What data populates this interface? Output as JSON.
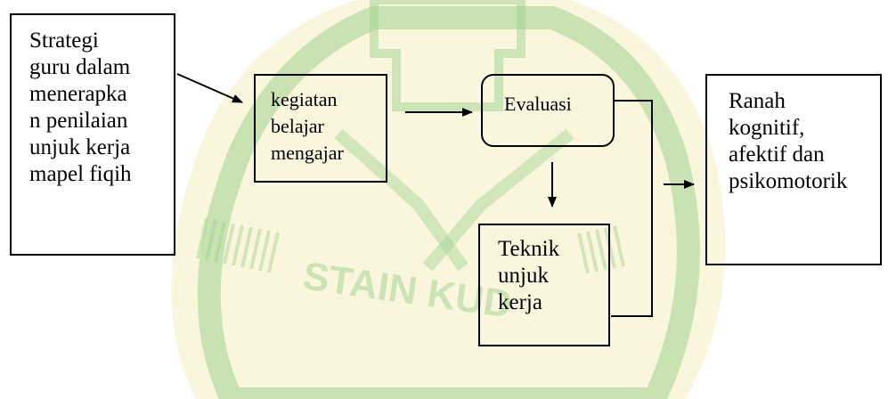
{
  "colors": {
    "text": "#000000",
    "border": "#000000",
    "watermark_green": "#8cc97a",
    "watermark_yellow": "#f3e6a0"
  },
  "watermark": {
    "text": "STAIN KUD"
  },
  "nodes": {
    "strategi": "Strategi\nguru dalam\nmenerapka\nn penilaian\nunjuk kerja\nmapel fiqih",
    "kegiatan": "kegiatan\nbelajar\nmengajar",
    "evaluasi": "Evaluasi",
    "teknik": "Teknik\nunjuk\nkerja",
    "ranah": "Ranah\nkognitif,\nafektif dan\npsikomotorik"
  },
  "edges": [
    {
      "from": "strategi",
      "to": "kegiatan"
    },
    {
      "from": "kegiatan",
      "to": "evaluasi"
    },
    {
      "from": "evaluasi",
      "to": "teknik"
    },
    {
      "from": "evaluasi",
      "to": "ranah"
    },
    {
      "from": "teknik",
      "to": "ranah"
    }
  ]
}
